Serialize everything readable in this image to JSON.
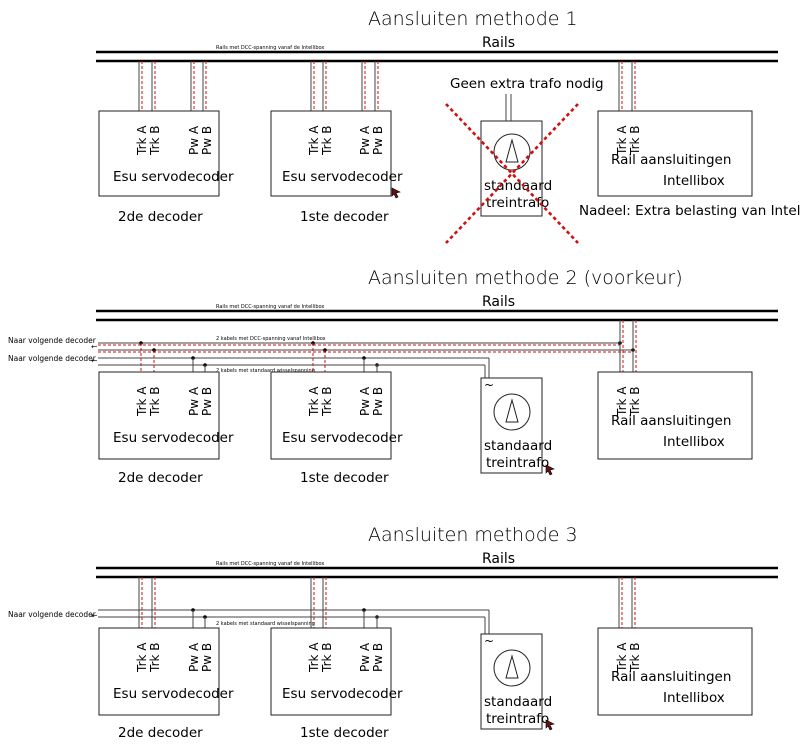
{
  "methods": [
    {
      "title": "Aansluiten methode 1",
      "rails_label": "Rails",
      "rail_note": "Rails met DCC-spanning vanaf de Intellibox",
      "no_transformer_note": "Geen extra trafo nodig",
      "disadvantage": "Nadeel: Extra belasting van Intellibox"
    },
    {
      "title": "Aansluiten methode 2 (voorkeur)",
      "rails_label": "Rails",
      "rail_note": "Rails met DCC-spanning vanaf de Intellibox",
      "bus_dcc_note": "2 kabels met DCC-spanning vanaf Intellibox",
      "bus_ac_note": "2 kabels met standaard wisselspanning",
      "next_decoder_1": "Naar volgende decoder",
      "next_decoder_2": "Naar volgende decoder"
    },
    {
      "title": "Aansluiten methode 3",
      "rails_label": "Rails",
      "rail_note": "Rails met DCC-spanning vanaf de Intellibox",
      "bus_ac_note": "2 kabels met standaard wisselspanning",
      "next_decoder": "Naar volgende decoder"
    }
  ],
  "labels": {
    "decoder_name": "Esu servodecoder",
    "decoder_2": "2de decoder",
    "decoder_1": "1ste decoder",
    "pin_trk_a": "Trk A",
    "pin_trk_b": "Trk B",
    "pin_pw_a": "Pw A",
    "pin_pw_b": "Pw B",
    "transformer_line1": "standaard",
    "transformer_line2": "treintrafo",
    "intellibox_line1": "Rail aansluitingen",
    "intellibox_line2": "Intellibox",
    "ac_symbol": "~"
  },
  "colors": {
    "wire_red": "#d01010",
    "cross_red": "#d01010",
    "line": "#000000"
  }
}
